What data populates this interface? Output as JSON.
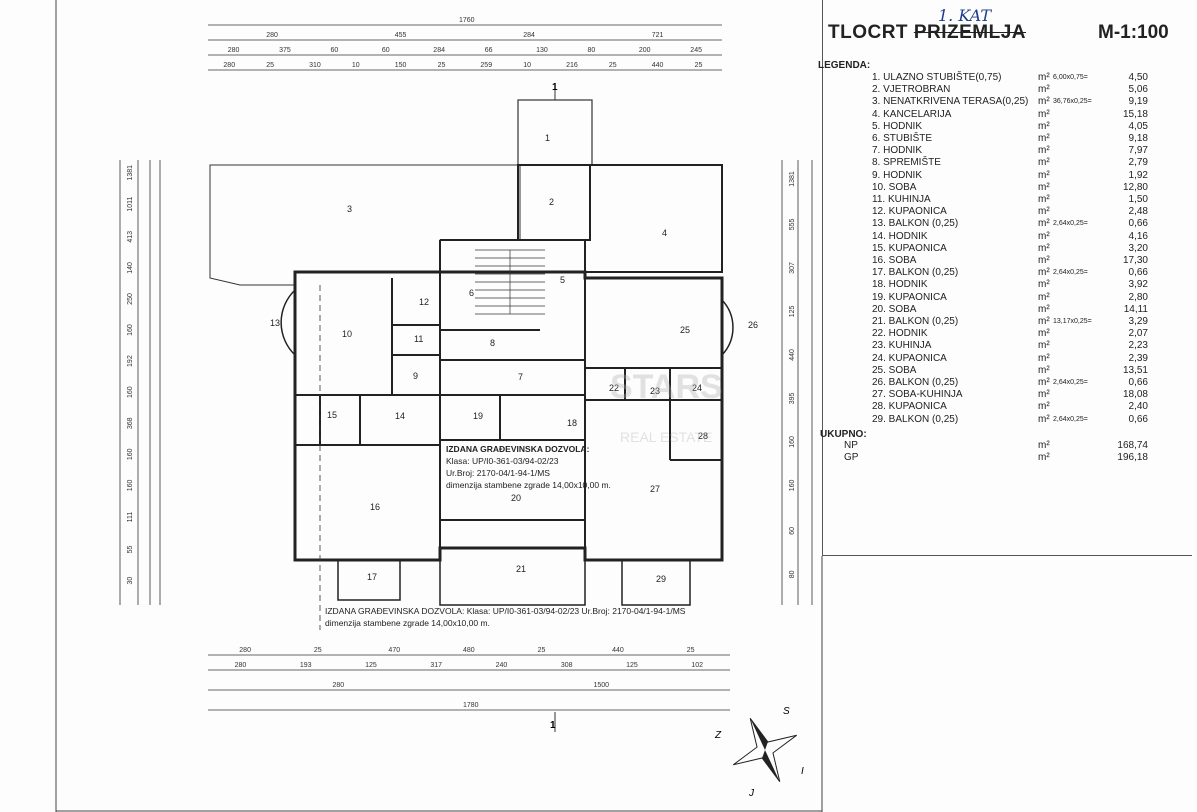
{
  "title": {
    "main": "TLOCRT ",
    "struck": "PRIZEMLJA",
    "handwritten": "1. KAT",
    "scale": "M-1:100"
  },
  "legend": {
    "header": "LEGENDA:",
    "rows": [
      {
        "name": "1. ULAZNO STUBIŠTE(0,75)",
        "unit": "m²",
        "calc": "6,00x0,75=",
        "value": "4,50"
      },
      {
        "name": "2. VJETROBRAN",
        "unit": "m²",
        "calc": "",
        "value": "5,06"
      },
      {
        "name": "3. NENATKRIVENA TERASA(0,25)",
        "unit": "m²",
        "calc": "36,76x0,25=",
        "value": "9,19"
      },
      {
        "name": "4. KANCELARIJA",
        "unit": "m²",
        "calc": "",
        "value": "15,18"
      },
      {
        "name": "5. HODNIK",
        "unit": "m²",
        "calc": "",
        "value": "4,05"
      },
      {
        "name": "6. STUBIŠTE",
        "unit": "m²",
        "calc": "",
        "value": "9,18"
      },
      {
        "name": "7. HODNIK",
        "unit": "m²",
        "calc": "",
        "value": "7,97"
      },
      {
        "name": "8. SPREMIŠTE",
        "unit": "m²",
        "calc": "",
        "value": "2,79"
      },
      {
        "name": "9. HODNIK",
        "unit": "m²",
        "calc": "",
        "value": "1,92"
      },
      {
        "name": "10. SOBA",
        "unit": "m²",
        "calc": "",
        "value": "12,80"
      },
      {
        "name": "11. KUHINJA",
        "unit": "m²",
        "calc": "",
        "value": "1,50"
      },
      {
        "name": "12. KUPAONICA",
        "unit": "m²",
        "calc": "",
        "value": "2,48"
      },
      {
        "name": "13. BALKON (0,25)",
        "unit": "m²",
        "calc": "2,64x0,25=",
        "value": "0,66"
      },
      {
        "name": "14. HODNIK",
        "unit": "m²",
        "calc": "",
        "value": "4,16"
      },
      {
        "name": "15. KUPAONICA",
        "unit": "m²",
        "calc": "",
        "value": "3,20"
      },
      {
        "name": "16. SOBA",
        "unit": "m²",
        "calc": "",
        "value": "17,30"
      },
      {
        "name": "17. BALKON (0,25)",
        "unit": "m²",
        "calc": "2,64x0,25=",
        "value": "0,66"
      },
      {
        "name": "18. HODNIK",
        "unit": "m²",
        "calc": "",
        "value": "3,92"
      },
      {
        "name": "19. KUPAONICA",
        "unit": "m²",
        "calc": "",
        "value": "2,80"
      },
      {
        "name": "20. SOBA",
        "unit": "m²",
        "calc": "",
        "value": "14,11"
      },
      {
        "name": "21. BALKON (0,25)",
        "unit": "m²",
        "calc": "13,17x0,25=",
        "value": "3,29"
      },
      {
        "name": "22. HODNIK",
        "unit": "m²",
        "calc": "",
        "value": "2,07"
      },
      {
        "name": "23. KUHINJA",
        "unit": "m²",
        "calc": "",
        "value": "2,23"
      },
      {
        "name": "24. KUPAONICA",
        "unit": "m²",
        "calc": "",
        "value": "2,39"
      },
      {
        "name": "25. SOBA",
        "unit": "m²",
        "calc": "",
        "value": "13,51"
      },
      {
        "name": "26. BALKON (0,25)",
        "unit": "m²",
        "calc": "2,64x0,25=",
        "value": "0,66"
      },
      {
        "name": "27. SOBA-KUHINJA",
        "unit": "m²",
        "calc": "",
        "value": "18,08"
      },
      {
        "name": "28. KUPAONICA",
        "unit": "m²",
        "calc": "",
        "value": "2,40"
      },
      {
        "name": "29. BALKON (0,25)",
        "unit": "m²",
        "calc": "2,64x0,25=",
        "value": "0,66"
      }
    ],
    "total_header": "UKUPNO:",
    "totals": [
      {
        "name": "NP",
        "unit": "m²",
        "value": "168,74"
      },
      {
        "name": "GP",
        "unit": "m²",
        "value": "196,18"
      }
    ]
  },
  "dims_top": {
    "row1": [
      "1760"
    ],
    "row2": [
      "280",
      "455",
      "284",
      "721"
    ],
    "row3": [
      "280",
      "375",
      "60",
      "60",
      "284",
      "66",
      "130",
      "80",
      "200",
      "245"
    ],
    "row4": [
      "280",
      "25",
      "310",
      "10",
      "150",
      "25",
      "259",
      "10",
      "216",
      "25",
      "440",
      "25"
    ]
  },
  "dims_bottom": {
    "row1": [
      "280",
      "25",
      "470",
      "480",
      "25",
      "440",
      "25"
    ],
    "row2": [
      "280",
      "193",
      "125",
      "317",
      "240",
      "308",
      "125",
      "102"
    ],
    "row3": [
      "280",
      "1500"
    ],
    "row4": [
      "1780"
    ]
  },
  "dims_left": [
    "1381",
    "1011",
    "413",
    "140",
    "250",
    "160",
    "192",
    "160",
    "368",
    "160",
    "160",
    "111",
    "55",
    "30"
  ],
  "dims_right": [
    "1381",
    "555",
    "307",
    "125",
    "440",
    "395",
    "160",
    "160",
    "60",
    "80"
  ],
  "section_marks": [
    "1",
    "1"
  ],
  "rooms": [
    "1",
    "2",
    "3",
    "4",
    "5",
    "6",
    "7",
    "8",
    "9",
    "10",
    "11",
    "12",
    "13",
    "14",
    "15",
    "16",
    "17",
    "18",
    "19",
    "20",
    "21",
    "22",
    "23",
    "24",
    "25",
    "26",
    "27",
    "28",
    "29"
  ],
  "permit_box": {
    "lines": [
      "IZDANA GRAĐEVINSKA DOZVOLA:",
      "Klasa: UP/I0-361-03/94-02/23",
      "Ur.Broj: 2170-04/1-94-1/MS",
      "dimenzija stambene zgrade 14,00x10,00 m."
    ]
  },
  "permit_note": {
    "lines": [
      "IZDANA GRAĐEVINSKA DOZVOLA: Klasa: UP/I0-361-03/94-02/23 Ur.Broj: 2170-04/1-94-1/MS",
      "dimenzija stambene zgrade 14,00x10,00 m."
    ]
  },
  "watermark": {
    "brand": "STARS",
    "sub": "REAL ESTATE"
  },
  "compass": {
    "letters": [
      "S",
      "Z",
      "J",
      "I"
    ]
  },
  "colors": {
    "ink": "#222222",
    "handwriting": "#1d3d8f",
    "watermark": "#c8c8c8"
  }
}
